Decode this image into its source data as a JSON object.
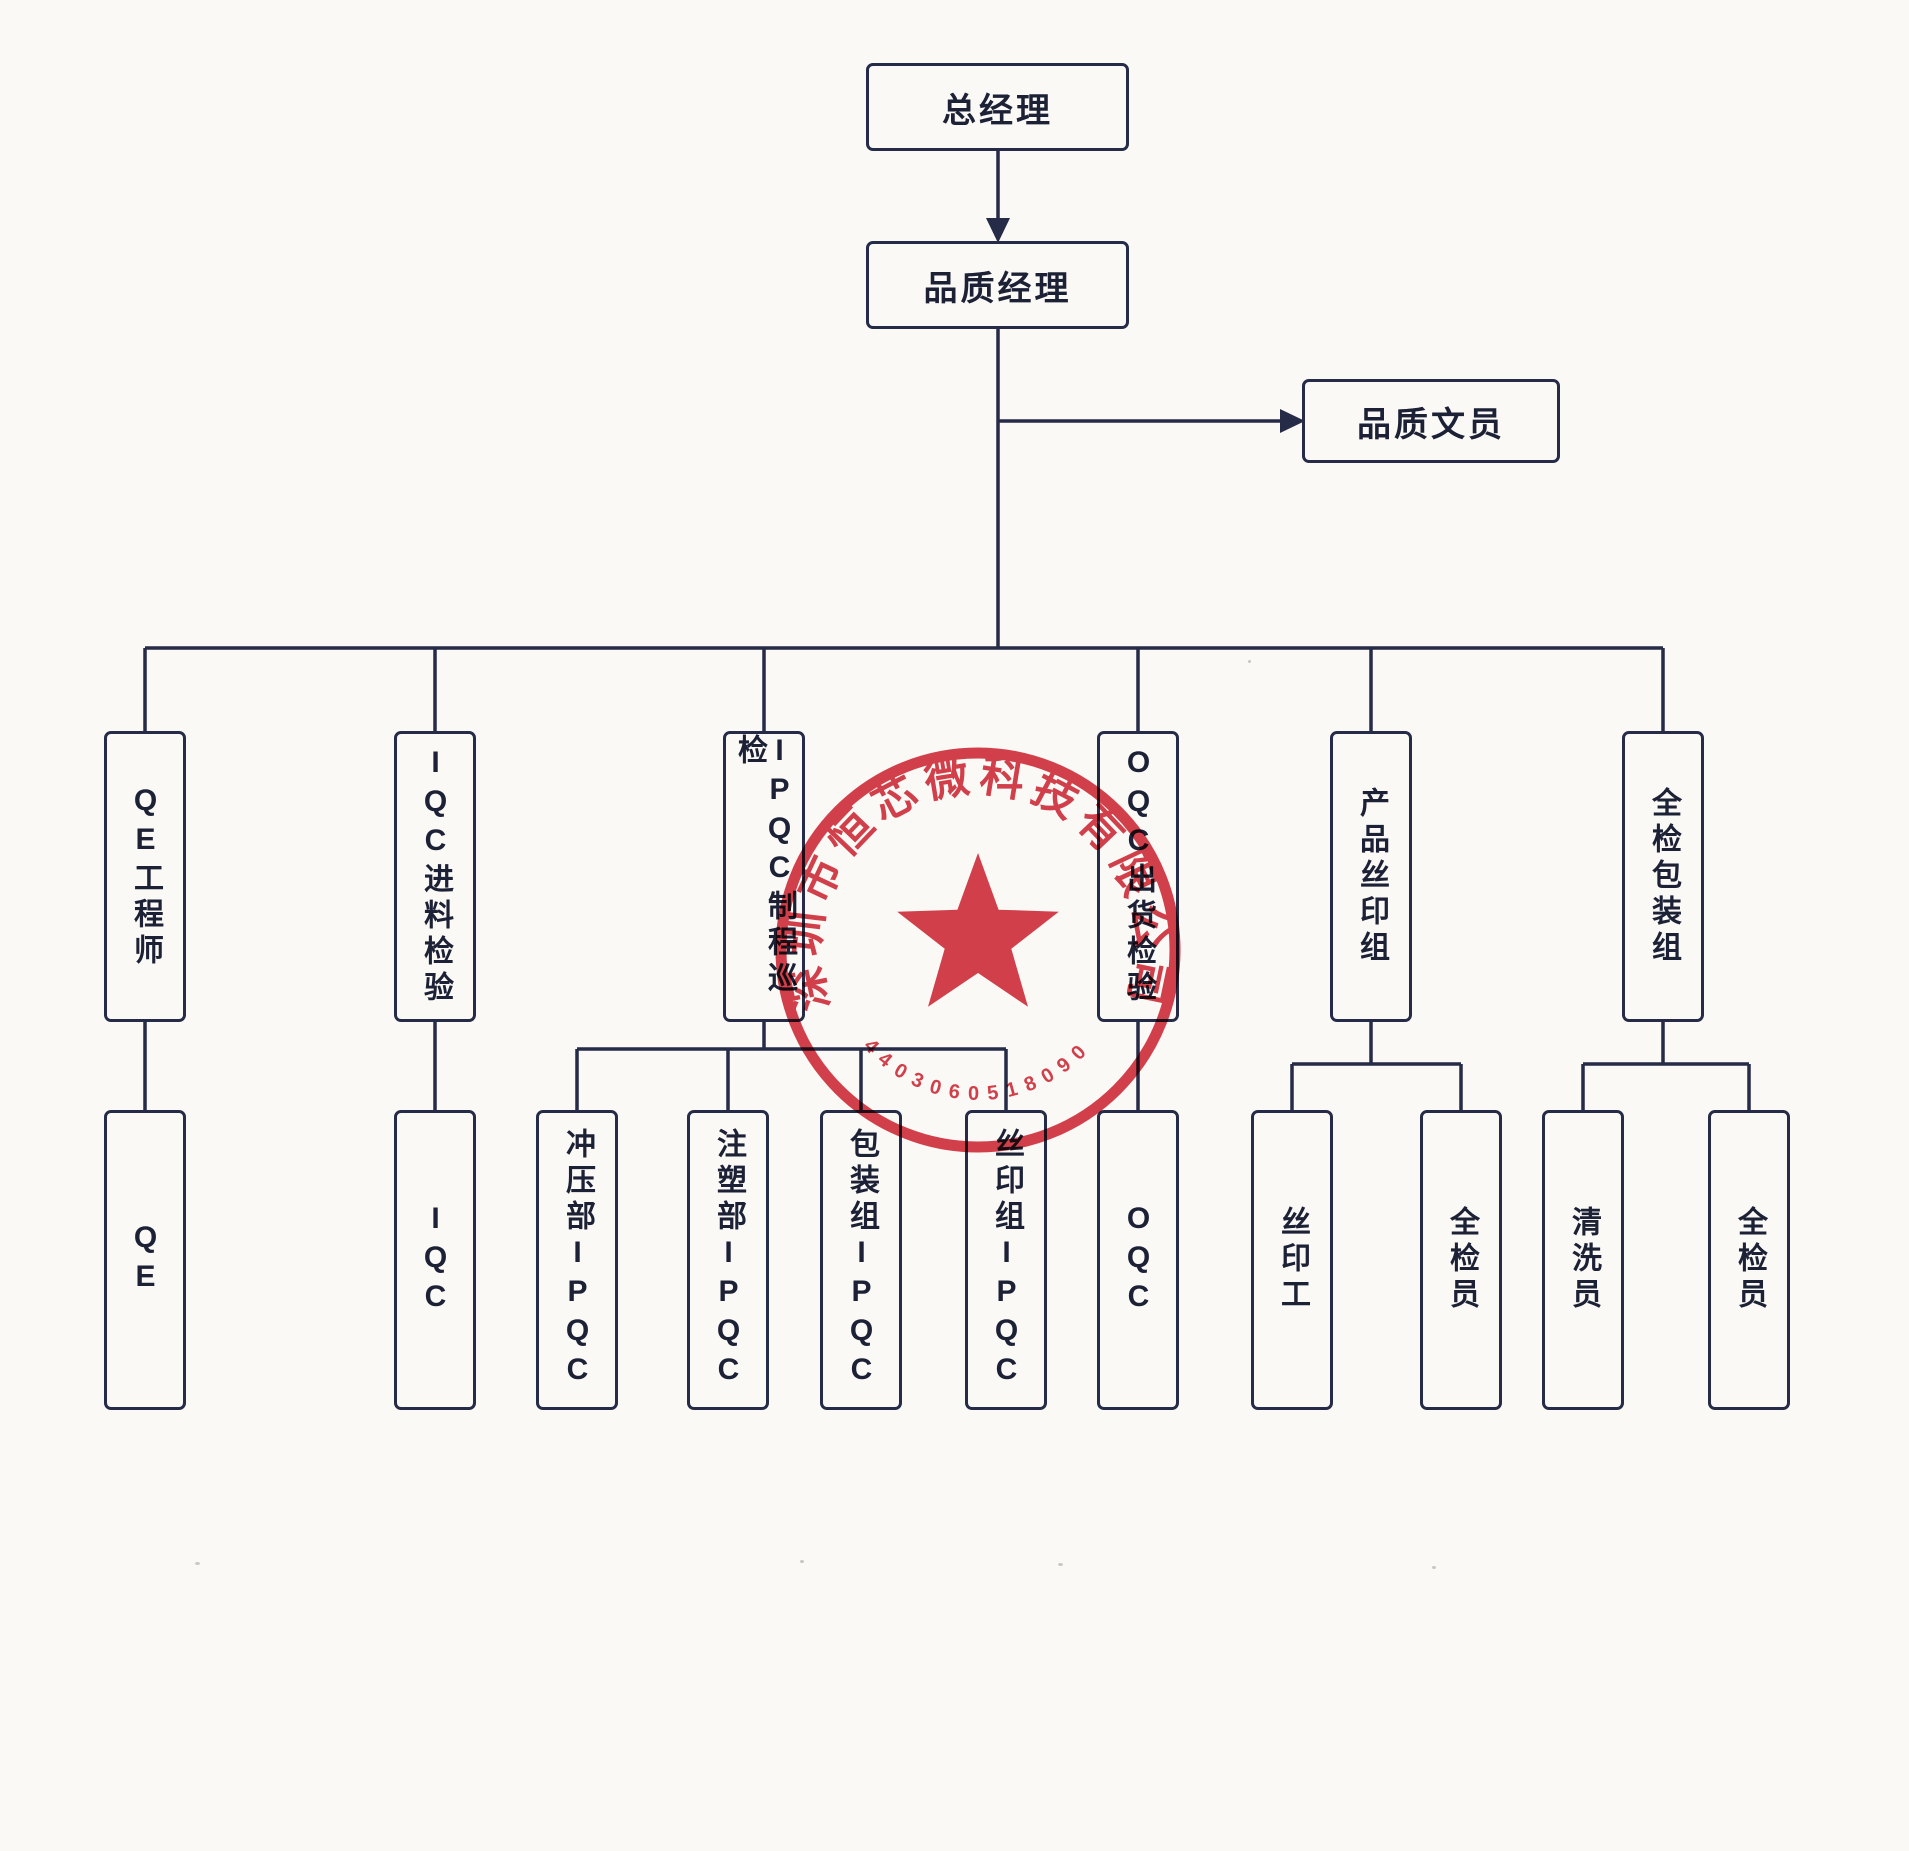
{
  "page": {
    "background_color": "#faf9f6",
    "ink_color": "#262b47"
  },
  "nodes": {
    "general_manager": "总经理",
    "quality_manager": "品质经理",
    "quality_clerk": "品质文员",
    "qe_engineer": "QE工程师",
    "iqc_inspection": "IQC进料检验",
    "ipqc_patrol": "IPQC制程巡检",
    "oqc_inspection": "OQC出货检验",
    "silkscreen_group": "产品丝印组",
    "inspection_packaging_group": "全检包装组",
    "qe": "QE",
    "iqc": "IQC",
    "stamping_ipqc": "冲压部IPQC",
    "molding_ipqc": "注塑部IPQC",
    "packaging_ipqc": "包装组IPQC",
    "silkscreen_ipqc": "丝印组IPQC",
    "oqc": "OQC",
    "silkscreen_worker": "丝印工",
    "inspector_silkscreen": "全检员",
    "cleaner": "清洗员",
    "inspector_packaging": "全检员"
  },
  "seal": {
    "company": "深圳市恒芯微科技有限公司",
    "serial": "4403060518090",
    "color": "#d2303e"
  }
}
